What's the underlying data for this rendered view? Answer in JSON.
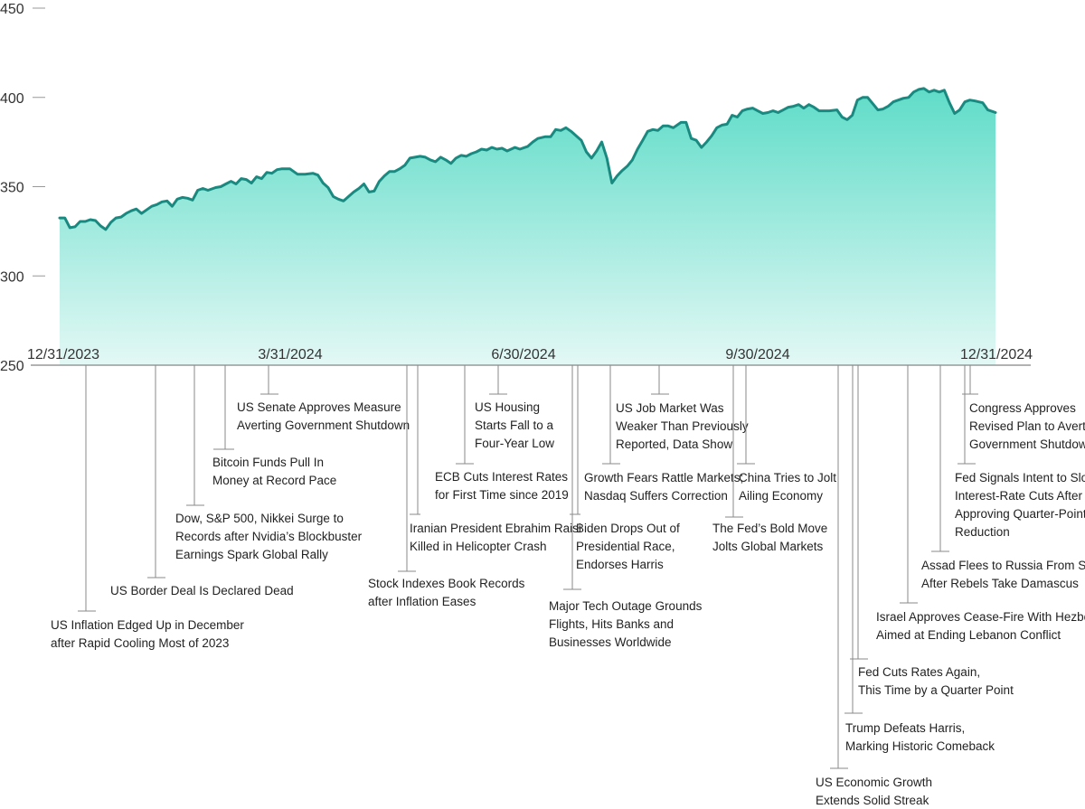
{
  "chart_data": {
    "type": "area",
    "title": "",
    "xlabel": "",
    "ylabel": "",
    "ylim": [
      250,
      450
    ],
    "yticks": [
      250,
      300,
      350,
      400,
      450
    ],
    "xlim": [
      "2023-12-31",
      "2024-12-31"
    ],
    "xticks": [
      "12/31/2023",
      "3/31/2024",
      "6/30/2024",
      "9/30/2024",
      "12/31/2024"
    ],
    "grid": false,
    "colors": {
      "line": "#1a8a80",
      "fill_top": "#5fdcc8",
      "fill_bottom": "#e3f8f5",
      "axis": "#999999"
    },
    "series": [
      {
        "points": [
          [
            "2023-12-31",
            332.5
          ],
          [
            "2024-01-02",
            332.5
          ],
          [
            "2024-01-04",
            327.0
          ],
          [
            "2024-01-06",
            327.5
          ],
          [
            "2024-01-08",
            330.5
          ],
          [
            "2024-01-10",
            330.5
          ],
          [
            "2024-01-12",
            331.5
          ],
          [
            "2024-01-14",
            331.0
          ],
          [
            "2024-01-16",
            328.0
          ],
          [
            "2024-01-18",
            326.0
          ],
          [
            "2024-01-20",
            330.0
          ],
          [
            "2024-01-22",
            332.5
          ],
          [
            "2024-01-24",
            333.0
          ],
          [
            "2024-01-26",
            335.0
          ],
          [
            "2024-01-28",
            336.5
          ],
          [
            "2024-01-30",
            337.5
          ],
          [
            "2024-02-01",
            335.0
          ],
          [
            "2024-02-03",
            337.0
          ],
          [
            "2024-02-05",
            339.0
          ],
          [
            "2024-02-07",
            340.0
          ],
          [
            "2024-02-09",
            341.5
          ],
          [
            "2024-02-11",
            342.0
          ],
          [
            "2024-02-13",
            339.0
          ],
          [
            "2024-02-15",
            343.0
          ],
          [
            "2024-02-17",
            344.0
          ],
          [
            "2024-02-19",
            343.5
          ],
          [
            "2024-02-21",
            342.5
          ],
          [
            "2024-02-23",
            348.0
          ],
          [
            "2024-02-25",
            349.0
          ],
          [
            "2024-02-27",
            348.0
          ],
          [
            "2024-03-01",
            349.5
          ],
          [
            "2024-03-03",
            350.0
          ],
          [
            "2024-03-05",
            351.5
          ],
          [
            "2024-03-07",
            353.0
          ],
          [
            "2024-03-09",
            351.5
          ],
          [
            "2024-03-11",
            354.5
          ],
          [
            "2024-03-13",
            354.0
          ],
          [
            "2024-03-15",
            352.0
          ],
          [
            "2024-03-17",
            355.5
          ],
          [
            "2024-03-19",
            354.5
          ],
          [
            "2024-03-21",
            358.0
          ],
          [
            "2024-03-23",
            357.5
          ],
          [
            "2024-03-25",
            359.5
          ],
          [
            "2024-03-27",
            360.0
          ],
          [
            "2024-03-30",
            360.0
          ],
          [
            "2024-04-02",
            357.0
          ],
          [
            "2024-04-05",
            357.0
          ],
          [
            "2024-04-08",
            357.5
          ],
          [
            "2024-04-10",
            356.5
          ],
          [
            "2024-04-12",
            352.0
          ],
          [
            "2024-04-14",
            349.5
          ],
          [
            "2024-04-16",
            344.5
          ],
          [
            "2024-04-18",
            343.0
          ],
          [
            "2024-04-20",
            342.0
          ],
          [
            "2024-04-22",
            344.5
          ],
          [
            "2024-04-24",
            347.0
          ],
          [
            "2024-04-26",
            349.0
          ],
          [
            "2024-04-28",
            351.5
          ],
          [
            "2024-04-30",
            347.0
          ],
          [
            "2024-05-02",
            347.5
          ],
          [
            "2024-05-04",
            353.0
          ],
          [
            "2024-05-06",
            356.0
          ],
          [
            "2024-05-08",
            358.5
          ],
          [
            "2024-05-10",
            358.5
          ],
          [
            "2024-05-12",
            360.0
          ],
          [
            "2024-05-14",
            362.0
          ],
          [
            "2024-05-16",
            366.0
          ],
          [
            "2024-05-18",
            366.5
          ],
          [
            "2024-05-20",
            367.0
          ],
          [
            "2024-05-22",
            366.5
          ],
          [
            "2024-05-24",
            365.0
          ],
          [
            "2024-05-26",
            364.0
          ],
          [
            "2024-05-28",
            366.5
          ],
          [
            "2024-05-30",
            365.0
          ],
          [
            "2024-06-01",
            363.0
          ],
          [
            "2024-06-03",
            366.0
          ],
          [
            "2024-06-05",
            367.5
          ],
          [
            "2024-06-07",
            367.0
          ],
          [
            "2024-06-09",
            368.5
          ],
          [
            "2024-06-11",
            369.5
          ],
          [
            "2024-06-13",
            371.0
          ],
          [
            "2024-06-15",
            370.5
          ],
          [
            "2024-06-17",
            372.0
          ],
          [
            "2024-06-19",
            371.0
          ],
          [
            "2024-06-21",
            371.5
          ],
          [
            "2024-06-23",
            370.0
          ],
          [
            "2024-06-26",
            372.0
          ],
          [
            "2024-06-28",
            371.0
          ],
          [
            "2024-07-01",
            372.5
          ],
          [
            "2024-07-03",
            375.0
          ],
          [
            "2024-07-05",
            377.0
          ],
          [
            "2024-07-08",
            378.0
          ],
          [
            "2024-07-10",
            378.0
          ],
          [
            "2024-07-12",
            382.0
          ],
          [
            "2024-07-14",
            381.5
          ],
          [
            "2024-07-16",
            383.0
          ],
          [
            "2024-07-18",
            381.0
          ],
          [
            "2024-07-20",
            378.5
          ],
          [
            "2024-07-22",
            376.0
          ],
          [
            "2024-07-24",
            369.5
          ],
          [
            "2024-07-26",
            366.0
          ],
          [
            "2024-07-28",
            370.0
          ],
          [
            "2024-07-30",
            375.0
          ],
          [
            "2024-08-01",
            366.0
          ],
          [
            "2024-08-03",
            352.0
          ],
          [
            "2024-08-05",
            356.0
          ],
          [
            "2024-08-07",
            359.0
          ],
          [
            "2024-08-09",
            361.5
          ],
          [
            "2024-08-11",
            365.0
          ],
          [
            "2024-08-13",
            371.0
          ],
          [
            "2024-08-15",
            376.0
          ],
          [
            "2024-08-17",
            381.0
          ],
          [
            "2024-08-19",
            382.0
          ],
          [
            "2024-08-21",
            381.5
          ],
          [
            "2024-08-23",
            384.0
          ],
          [
            "2024-08-25",
            384.0
          ],
          [
            "2024-08-27",
            383.0
          ],
          [
            "2024-08-30",
            386.0
          ],
          [
            "2024-09-01",
            386.0
          ],
          [
            "2024-09-03",
            377.0
          ],
          [
            "2024-09-05",
            376.0
          ],
          [
            "2024-09-07",
            372.0
          ],
          [
            "2024-09-09",
            375.0
          ],
          [
            "2024-09-11",
            378.5
          ],
          [
            "2024-09-13",
            383.0
          ],
          [
            "2024-09-15",
            384.5
          ],
          [
            "2024-09-17",
            385.0
          ],
          [
            "2024-09-19",
            390.0
          ],
          [
            "2024-09-21",
            389.0
          ],
          [
            "2024-09-23",
            392.5
          ],
          [
            "2024-09-25",
            393.5
          ],
          [
            "2024-09-27",
            394.0
          ],
          [
            "2024-09-29",
            392.5
          ],
          [
            "2024-10-01",
            391.0
          ],
          [
            "2024-10-03",
            391.5
          ],
          [
            "2024-10-05",
            392.5
          ],
          [
            "2024-10-07",
            391.5
          ],
          [
            "2024-10-09",
            393.0
          ],
          [
            "2024-10-11",
            394.5
          ],
          [
            "2024-10-13",
            395.0
          ],
          [
            "2024-10-15",
            396.0
          ],
          [
            "2024-10-17",
            394.0
          ],
          [
            "2024-10-19",
            396.0
          ],
          [
            "2024-10-21",
            394.5
          ],
          [
            "2024-10-23",
            392.5
          ],
          [
            "2024-10-25",
            392.5
          ],
          [
            "2024-10-27",
            392.5
          ],
          [
            "2024-10-30",
            393.0
          ],
          [
            "2024-11-01",
            389.0
          ],
          [
            "2024-11-03",
            387.5
          ],
          [
            "2024-11-05",
            390.0
          ],
          [
            "2024-11-07",
            398.5
          ],
          [
            "2024-11-09",
            400.0
          ],
          [
            "2024-11-11",
            400.0
          ],
          [
            "2024-11-13",
            396.5
          ],
          [
            "2024-11-15",
            393.0
          ],
          [
            "2024-11-17",
            393.5
          ],
          [
            "2024-11-19",
            395.0
          ],
          [
            "2024-11-21",
            397.5
          ],
          [
            "2024-11-23",
            398.5
          ],
          [
            "2024-11-25",
            399.5
          ],
          [
            "2024-11-27",
            400.0
          ],
          [
            "2024-11-29",
            403.0
          ],
          [
            "2024-12-01",
            404.5
          ],
          [
            "2024-12-03",
            405.0
          ],
          [
            "2024-12-05",
            403.0
          ],
          [
            "2024-12-07",
            404.0
          ],
          [
            "2024-12-09",
            403.0
          ],
          [
            "2024-12-11",
            404.0
          ],
          [
            "2024-12-13",
            397.0
          ],
          [
            "2024-12-15",
            391.0
          ],
          [
            "2024-12-17",
            393.0
          ],
          [
            "2024-12-19",
            397.5
          ],
          [
            "2024-12-21",
            398.5
          ],
          [
            "2024-12-23",
            398.0
          ],
          [
            "2024-12-26",
            397.0
          ],
          [
            "2024-12-28",
            393.0
          ],
          [
            "2024-12-31",
            391.5
          ]
        ]
      }
    ],
    "annotations": [
      {
        "date": "2024-01-11",
        "lines": [
          "US Inflation Edged Up in December",
          "after Rapid Cooling Most of 2023"
        ]
      },
      {
        "date": "2024-02-06",
        "lines": [
          "US Border Deal Is Declared Dead"
        ]
      },
      {
        "date": "2024-02-22",
        "lines": [
          "Dow, S&P 500, Nikkei Surge to",
          "Records after Nvidia’s Blockbuster",
          "Earnings Spark Global Rally"
        ]
      },
      {
        "date": "2024-03-06",
        "lines": [
          "Bitcoin Funds Pull In",
          "Money at Record Pace"
        ]
      },
      {
        "date": "2024-03-22",
        "lines": [
          "US Senate Approves Measure",
          "Averting Government Shutdown"
        ]
      },
      {
        "date": "2024-05-15",
        "lines": [
          "Stock Indexes Book Records",
          "after Inflation Eases"
        ]
      },
      {
        "date": "2024-05-20",
        "lines": [
          "Iranian President Ebrahim Raisi",
          "Killed in Helicopter Crash"
        ]
      },
      {
        "date": "2024-06-06",
        "lines": [
          "ECB Cuts Interest Rates",
          "for First Time since 2019"
        ]
      },
      {
        "date": "2024-06-18",
        "lines": [
          "US Housing",
          "Starts Fall to a",
          "Four-Year Low"
        ]
      },
      {
        "date": "2024-07-19",
        "lines": [
          "Major Tech Outage Grounds",
          "Flights, Hits Banks and",
          "Businesses Worldwide"
        ]
      },
      {
        "date": "2024-07-21",
        "lines": [
          "Biden Drops Out of",
          "Presidential Race,",
          "Endorses Harris"
        ]
      },
      {
        "date": "2024-08-05",
        "lines": [
          "Growth Fears Rattle Markets;",
          "Nasdaq Suffers Correction"
        ]
      },
      {
        "date": "2024-08-21",
        "lines": [
          "US Job Market Was",
          "Weaker Than Previously",
          "Reported, Data Show"
        ]
      },
      {
        "date": "2024-09-18",
        "lines": [
          "The Fed’s Bold Move",
          "Jolts Global Markets"
        ]
      },
      {
        "date": "2024-09-24",
        "lines": [
          "China Tries to Jolt",
          "Ailing Economy"
        ]
      },
      {
        "date": "2024-10-30",
        "lines": [
          "US Economic Growth",
          "Extends Solid Streak"
        ]
      },
      {
        "date": "2024-11-06",
        "lines": [
          "Trump Defeats Harris,",
          "Marking Historic Comeback"
        ]
      },
      {
        "date": "2024-11-07",
        "lines": [
          "Fed Cuts Rates Again,",
          "This Time by a Quarter Point"
        ]
      },
      {
        "date": "2024-11-26",
        "lines": [
          "Israel Approves Cease-Fire With Hezbollah",
          "Aimed at Ending Lebanon Conflict"
        ]
      },
      {
        "date": "2024-12-08",
        "lines": [
          "Assad Flees to Russia From Syria",
          "After Rebels Take Damascus"
        ]
      },
      {
        "date": "2024-12-18",
        "lines": [
          "Fed Signals Intent to Slow",
          "Interest-Rate Cuts After",
          "Approving Quarter-Point",
          "Reduction"
        ]
      },
      {
        "date": "2024-12-20",
        "lines": [
          "Congress Approves",
          "Revised Plan to Avert",
          "Government Shutdown"
        ]
      }
    ]
  }
}
